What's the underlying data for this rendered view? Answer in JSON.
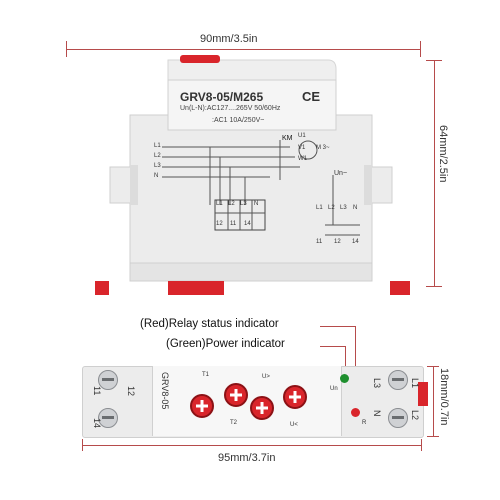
{
  "top_view": {
    "width_label": "90mm/3.5in",
    "height_label": "64mm/2.5in",
    "model": "GRV8-05/M265",
    "ce_mark": "CE",
    "spec_un": "Un(L-N):AC127....265V 50/60Hz",
    "spec_contact": ":AC1 10A/250V~",
    "km_label": "KM",
    "motor_terms": [
      "U1",
      "V1",
      "W1"
    ],
    "motor_symbol": "M 3~",
    "phase_labels": [
      "L1",
      "L2",
      "L3",
      "N"
    ],
    "inner_terms_top": [
      "L1",
      "L2",
      "L3",
      "N"
    ],
    "inner_terms_bottom": [
      "12",
      "11",
      "14"
    ],
    "un_label": "Un~",
    "right_terms_top": [
      "L1",
      "L2",
      "L3",
      "N"
    ],
    "right_terms_bottom": [
      "11",
      "12",
      "14"
    ]
  },
  "front_view": {
    "relay_indicator_label": "(Red)Relay status indicator",
    "power_indicator_label": "(Green)Power indicator",
    "model": "GRV8-05",
    "width_label": "95mm/3.7in",
    "height_label": "18mm/0.7in",
    "left_terminals": [
      "11",
      "12",
      "14"
    ],
    "right_terminals": [
      "L1",
      "L2",
      "L3",
      "N"
    ],
    "led_labels": [
      "Un",
      "R"
    ],
    "dial_labels": [
      "T1",
      "T2",
      "U>",
      "U<"
    ],
    "colors": {
      "red": "#d9252b",
      "green": "#1e8f2e",
      "accent_line": "#b64b4b"
    }
  }
}
